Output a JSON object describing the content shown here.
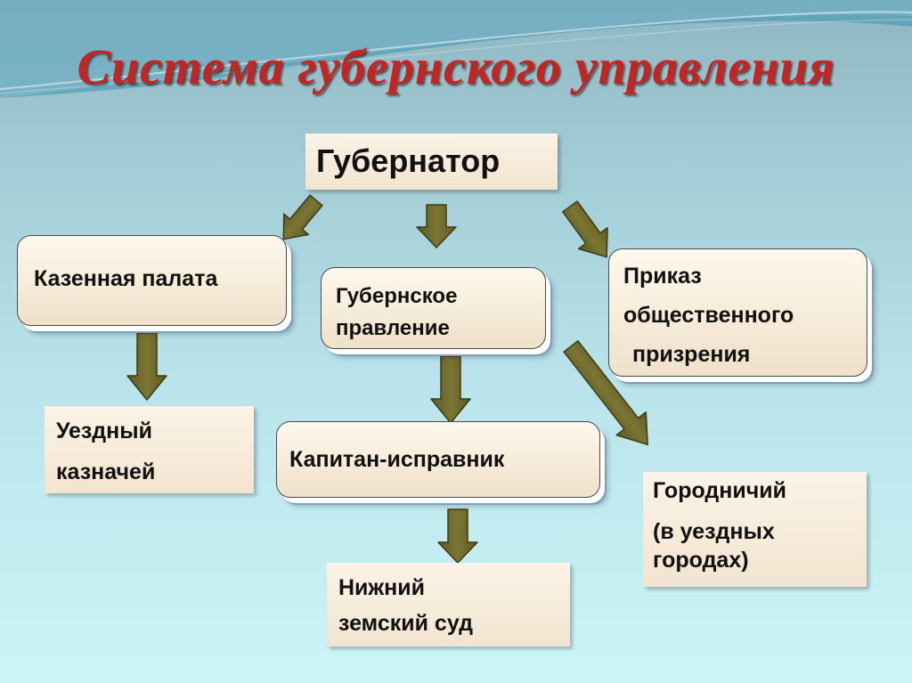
{
  "title": "Система  губернского  управления",
  "nodes": {
    "governor": "Губернатор",
    "treasury_chamber": "Казенная палата",
    "provincial_board": [
      "Губернское",
      "правление"
    ],
    "public_charity": [
      "Приказ",
      "общественного",
      "призрения"
    ],
    "district_treasurer": [
      "Уездный",
      "казначей"
    ],
    "captain": "Капитан-исправник",
    "mayor": [
      "Городничий",
      "(в уездных",
      "городах)"
    ],
    "lower_court": [
      "Нижний",
      "земский суд"
    ]
  },
  "colors": {
    "title": "#c8231e",
    "arrow_fill": "#6f6a2a",
    "arrow_stroke": "#3e3a12",
    "box_fill": "#f7ecdb"
  }
}
